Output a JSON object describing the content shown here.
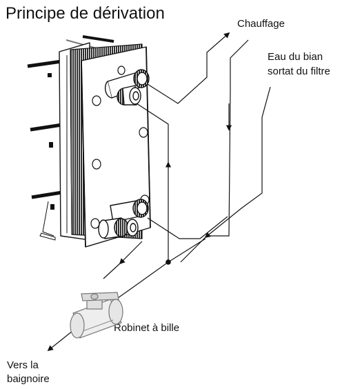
{
  "title": "Principe de dérivation",
  "labels": {
    "heating": "Chauffage",
    "pool_water": "Eau du bian sortat du filtre",
    "ball_valve": "Robinet à bille",
    "to_pool": "Vers la baignoire"
  },
  "colors": {
    "line": "#111111",
    "hatch": "#3a3a3a",
    "plate": "#ffffff",
    "valve": "#f2f2f2"
  }
}
